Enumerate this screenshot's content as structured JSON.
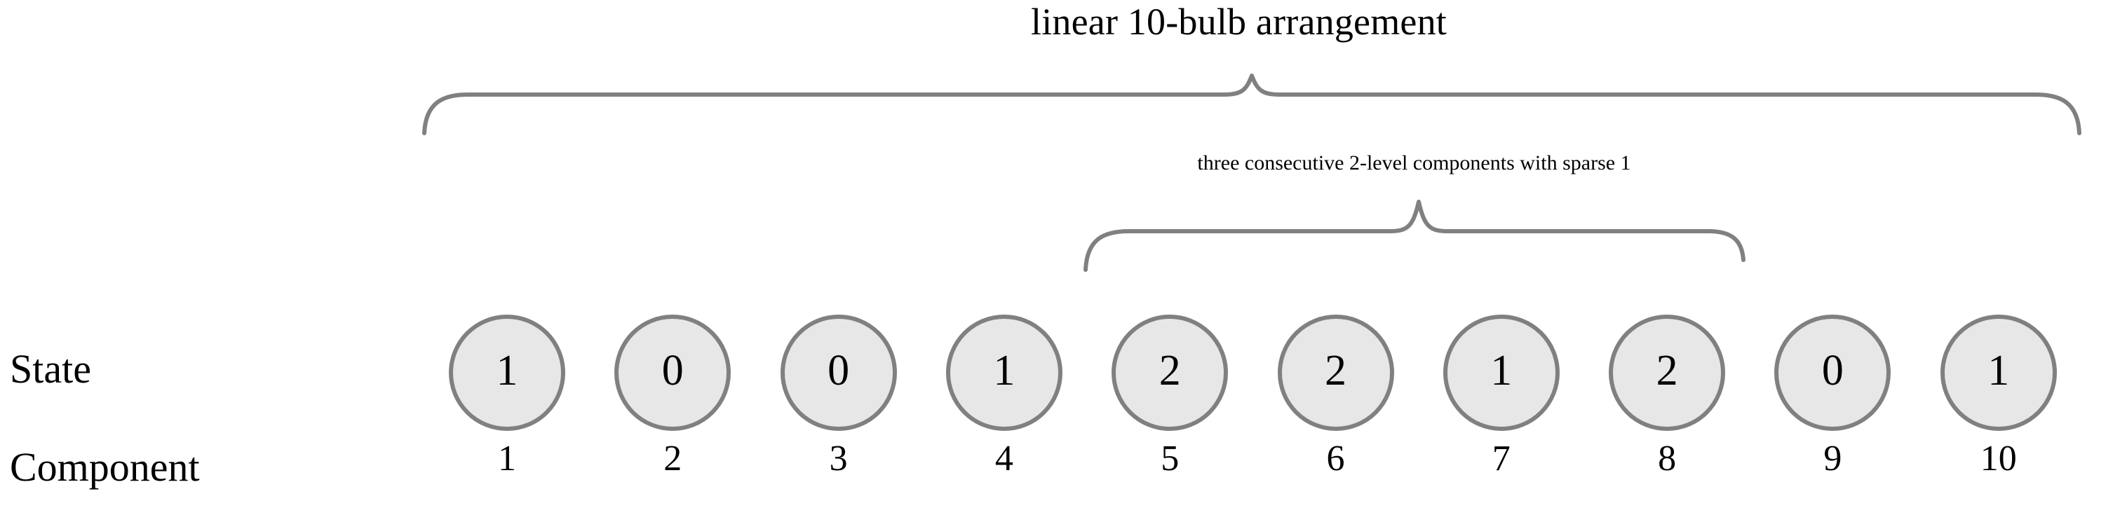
{
  "figure": {
    "title": "linear 10-bulb arrangement",
    "subtitle": "three consecutive 2-level components with sparse 1",
    "row_labels": {
      "state": "State",
      "component": "Component"
    },
    "colors": {
      "background": "#ffffff",
      "bulb_fill": "#e7e7e7",
      "bulb_stroke": "#808080",
      "brace_stroke": "#808080",
      "text": "#000000"
    }
  },
  "braces": {
    "outer": {
      "label": "linear 10-bulb arrangement",
      "covers_components": [
        1,
        10
      ]
    },
    "inner": {
      "label": "three consecutive 2-level components with sparse 1",
      "covers_components": [
        5,
        8
      ]
    }
  },
  "chart_data": {
    "type": "table",
    "title": "linear 10-bulb arrangement",
    "annotations": [
      "three consecutive 2-level components with sparse 1"
    ],
    "row_headers": [
      "State",
      "Component"
    ],
    "categories": [
      "1",
      "2",
      "3",
      "4",
      "5",
      "6",
      "7",
      "8",
      "9",
      "10"
    ],
    "values": [
      1,
      0,
      0,
      1,
      2,
      2,
      1,
      2,
      0,
      1
    ],
    "xlabel": "Component",
    "ylabel": "State",
    "legend": []
  },
  "bulbs": [
    {
      "index": "1",
      "state": "1"
    },
    {
      "index": "2",
      "state": "0"
    },
    {
      "index": "3",
      "state": "0"
    },
    {
      "index": "4",
      "state": "1"
    },
    {
      "index": "5",
      "state": "2"
    },
    {
      "index": "6",
      "state": "2"
    },
    {
      "index": "7",
      "state": "1"
    },
    {
      "index": "8",
      "state": "2"
    },
    {
      "index": "9",
      "state": "0"
    },
    {
      "index": "10",
      "state": "1"
    }
  ]
}
